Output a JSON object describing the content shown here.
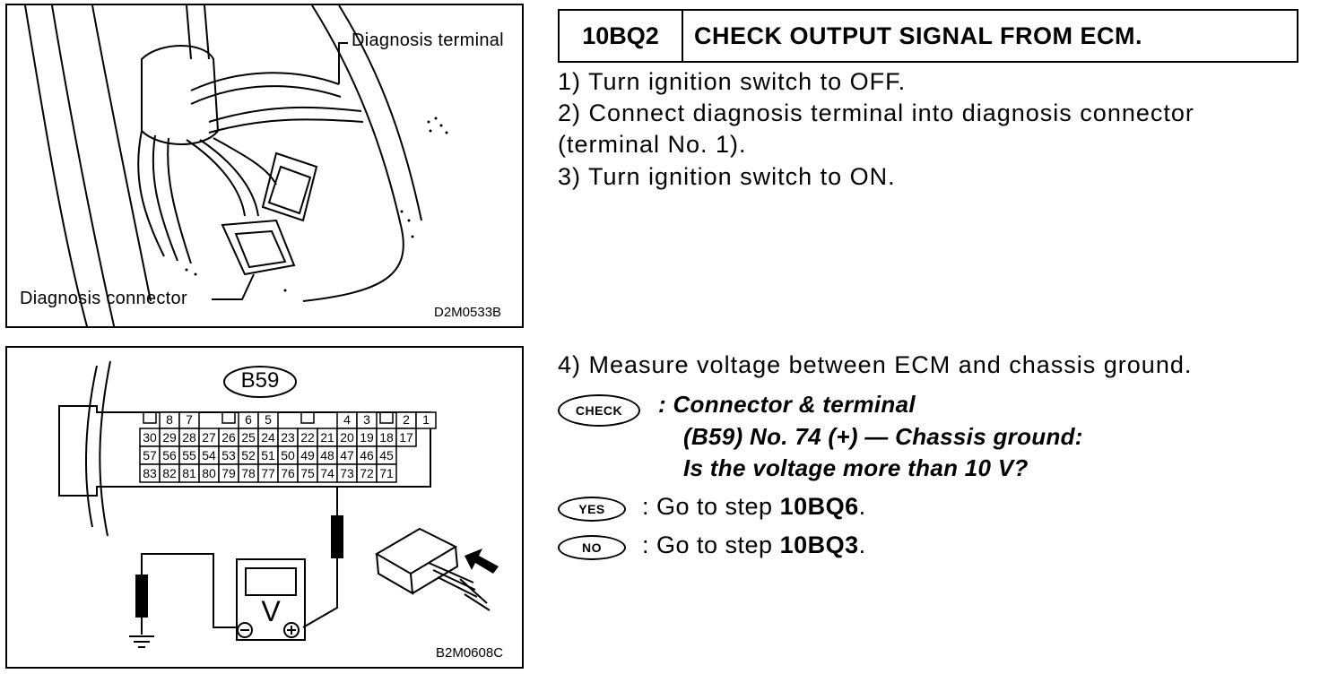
{
  "figure1": {
    "callout_terminal": "Diagnosis terminal",
    "callout_connector": "Diagnosis connector",
    "code": "D2M0533B"
  },
  "figure2": {
    "connector_label": "B59",
    "top_row": [
      "8",
      "7",
      "6",
      "5",
      "4",
      "3",
      "2",
      "1"
    ],
    "row1": [
      "30",
      "29",
      "28",
      "27",
      "26",
      "25",
      "24",
      "23",
      "22",
      "21",
      "20",
      "19",
      "18",
      "17"
    ],
    "row2": [
      "57",
      "56",
      "55",
      "54",
      "53",
      "52",
      "51",
      "50",
      "49",
      "48",
      "47",
      "46",
      "45"
    ],
    "row3": [
      "83",
      "82",
      "81",
      "80",
      "79",
      "78",
      "77",
      "76",
      "75",
      "74",
      "73",
      "72",
      "71"
    ],
    "meter_symbol": "V",
    "code": "B2M0608C"
  },
  "step": {
    "id": "10BQ2",
    "title": "CHECK OUTPUT SIGNAL FROM ECM.",
    "instructions": [
      "1)  Turn ignition switch to OFF.",
      "2)  Connect diagnosis terminal into diagnosis connector",
      "(terminal No. 1).",
      "3)  Turn ignition switch to ON.",
      "4)  Measure voltage between ECM and chassis ground."
    ]
  },
  "check": {
    "badge": "CHECK",
    "line1": ": Connector & terminal",
    "line2": "(B59) No. 74 (+) — Chassis ground:",
    "line3": "Is the voltage more than 10 V?"
  },
  "yes": {
    "badge": "YES",
    "prefix": ":  Go to step ",
    "target": "10BQ6",
    "suffix": "."
  },
  "no": {
    "badge": "NO",
    "prefix": ":  Go to step ",
    "target": "10BQ3",
    "suffix": "."
  }
}
